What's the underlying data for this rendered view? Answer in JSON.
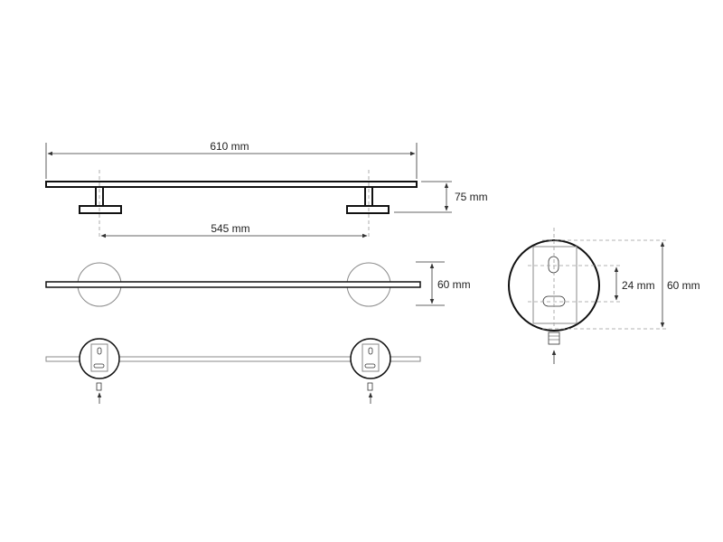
{
  "dimensions": {
    "overall_length": "610 mm",
    "height": "75 mm",
    "fixing_distance": "545 mm",
    "plan_depth": "60 mm",
    "bracket_slot_spacing": "24 mm",
    "bracket_diameter": "60 mm"
  },
  "colors": {
    "line": "#111111",
    "hidden_line": "#9a9a9a",
    "background": "#ffffff"
  }
}
